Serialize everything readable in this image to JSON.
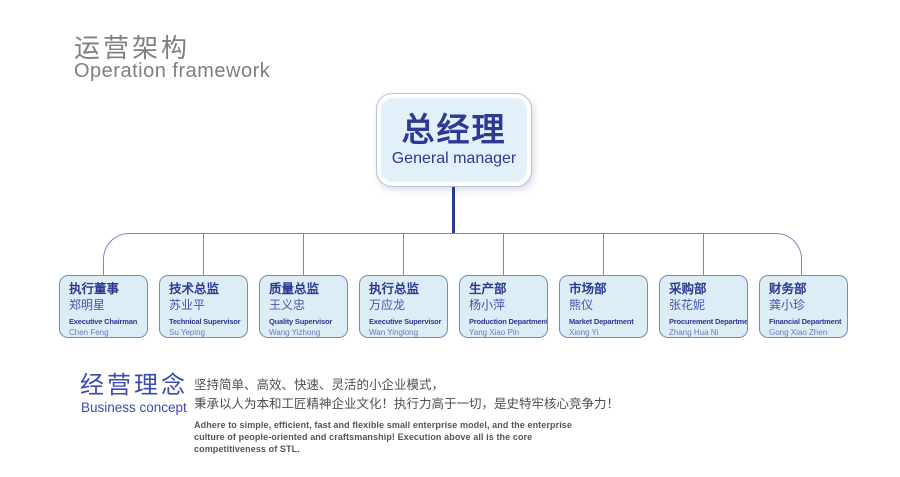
{
  "header": {
    "title_cn": "运营架构",
    "title_en": "Operation framework"
  },
  "org_chart": {
    "root": {
      "title_cn": "总经理",
      "title_en": "General manager"
    },
    "departments": [
      {
        "cn_title": "执行董事",
        "cn_name": "郑明星",
        "en_title": "Executive Chairman",
        "en_name": "Chen Feng"
      },
      {
        "cn_title": "技术总监",
        "cn_name": "苏业平",
        "en_title": "Technical Supervisor",
        "en_name": "Su Yeping"
      },
      {
        "cn_title": "质量总监",
        "cn_name": "王义忠",
        "en_title": "Quality Supervisor",
        "en_name": "Wang Yizhong"
      },
      {
        "cn_title": "执行总监",
        "cn_name": "万应龙",
        "en_title": "Executive Supervisor",
        "en_name": "Wan Yinglong"
      },
      {
        "cn_title": "生产部",
        "cn_name": "杨小萍",
        "en_title": "Production Department",
        "en_name": "Yang Xiao Pin"
      },
      {
        "cn_title": "市场部",
        "cn_name": "熊仪",
        "en_title": "Market Department",
        "en_name": "Xiong Yi"
      },
      {
        "cn_title": "采购部",
        "cn_name": "张花妮",
        "en_title": "Procurement Department",
        "en_name": "Zhang Hua Ni"
      },
      {
        "cn_title": "财务部",
        "cn_name": "龚小珍",
        "en_title": "Financial Department",
        "en_name": "Gong Xiao Zhen"
      }
    ]
  },
  "concept": {
    "title_cn": "经营理念",
    "title_en": "Business concept",
    "line1_cn": "坚持简单、高效、快速、灵活的小企业模式，",
    "line2_cn": "秉承以人为本和工匠精神企业文化！执行力高于一切，是史特牢核心竞争力！",
    "text_en": "Adhere to simple, efficient, fast and flexible small enterprise model, and the enterprise culture of people-oriented and craftsmanship! Execution above all is the core competitiveness of STL."
  },
  "colors": {
    "brand_blue": "#2c3a92",
    "name_blue": "#4356ac",
    "box_fill": "#dcedf6",
    "box_border": "#7e86c0",
    "gm_fill": "#e2f1f9",
    "header_gray": "#7f7f7f",
    "concept_blue": "#3a4ab3",
    "body_gray": "#4f4f4f"
  }
}
